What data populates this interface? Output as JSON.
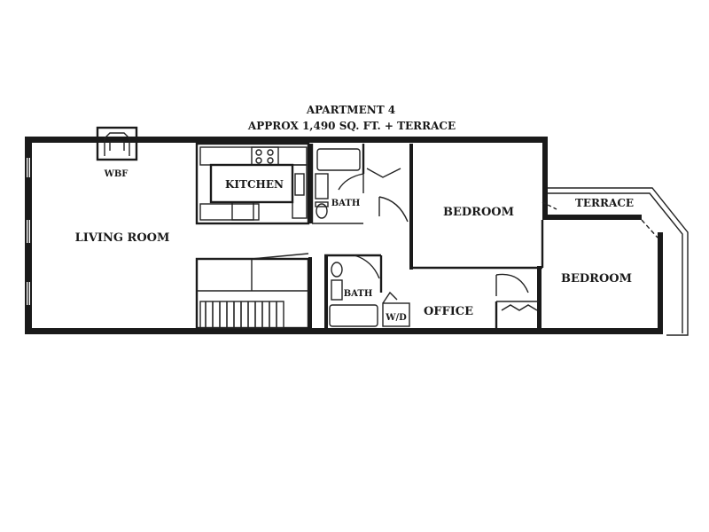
{
  "title": "APARTMENT 4",
  "subtitle": "APPROX 1,490 SQ. FT. + TERRACE",
  "labels": {
    "wbf": "WBF",
    "kitchen": "KITCHEN",
    "living_room": "LIVING ROOM",
    "bath_upper": "BATH",
    "bath_lower": "BATH",
    "bedroom_main": "BEDROOM",
    "bedroom_right": "BEDROOM",
    "terrace": "TERRACE",
    "office": "OFFICE",
    "wd": "W/D"
  }
}
